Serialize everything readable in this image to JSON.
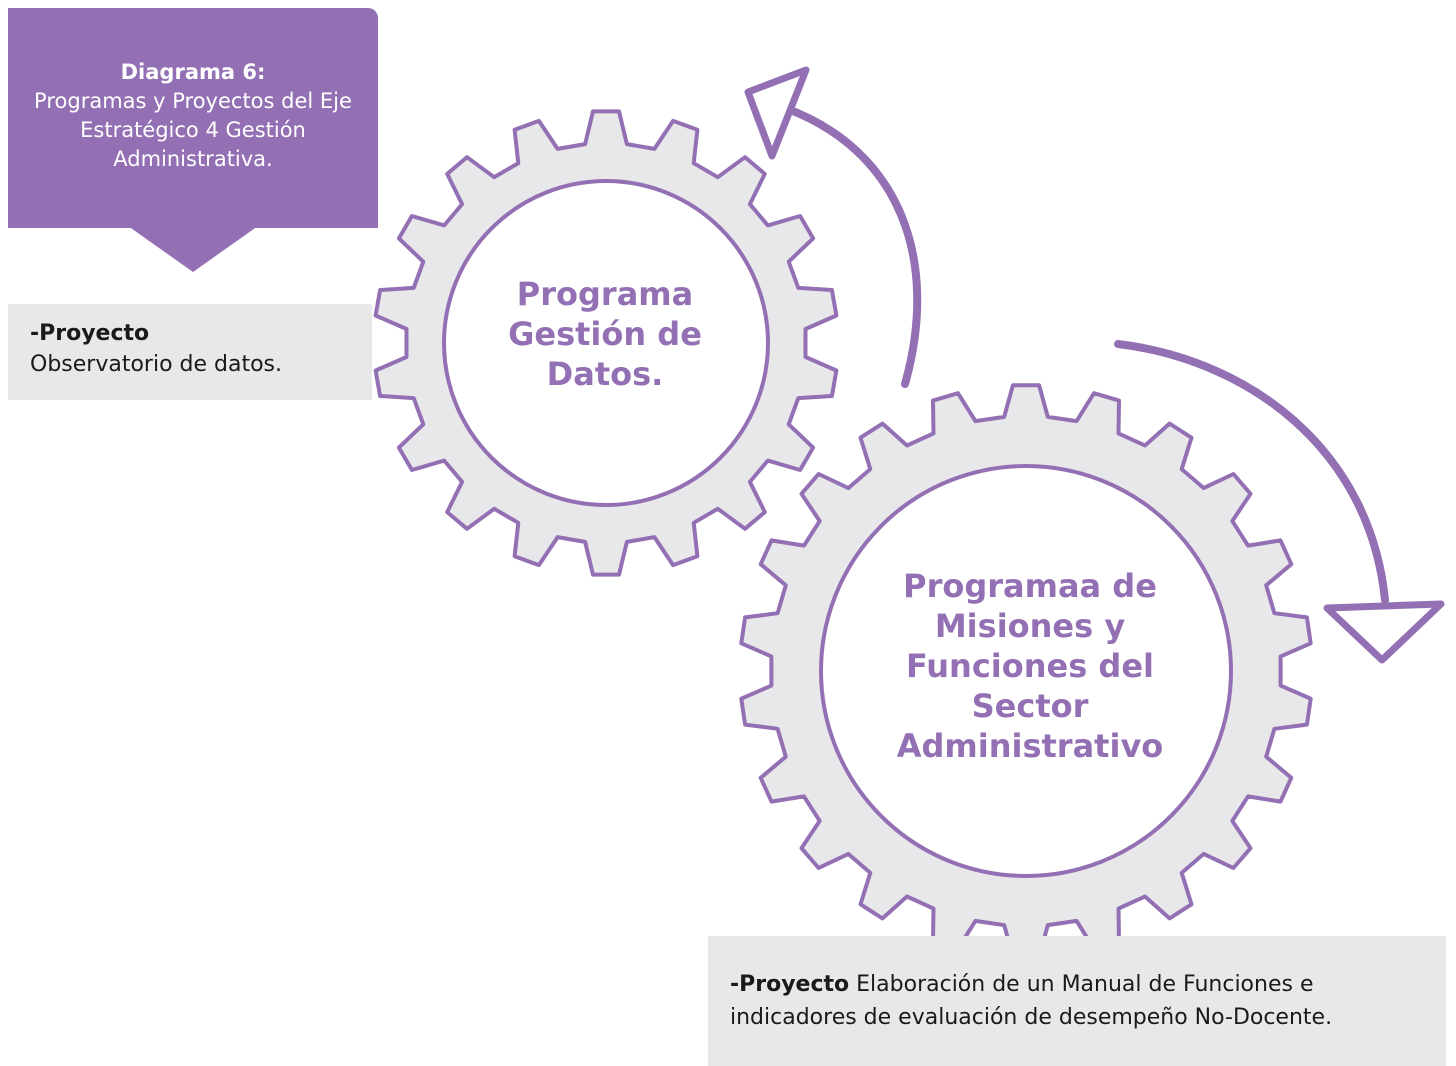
{
  "title": {
    "label": "Diagrama 6:",
    "text": "Programas y Proyectos del Eje Estratégico 4 Gestión Administrativa."
  },
  "programs": [
    {
      "name": "Programa Gestión de Datos.",
      "project_label": "-Proyecto",
      "project_text": "Observatorio de datos."
    },
    {
      "name": "Programaa de Misiones y Funciones del Sector Administrativo",
      "project_label": "-Proyecto",
      "project_text": "Elaboración de un Manual de Funciones e indicadores de evaluación de desempeño No-Docente."
    }
  ],
  "colors": {
    "accent": "#9370b4",
    "gear_fill": "#e8e8ea",
    "panel": "#e8e8e8"
  }
}
